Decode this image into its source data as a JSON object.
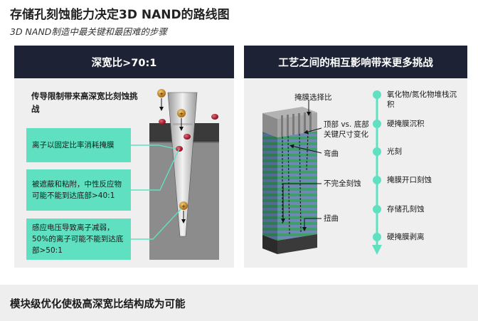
{
  "title": "存储孔刻蚀能力决定3D NAND的路线图",
  "subtitle": "3D NAND制造中最关键和最困难的步骤",
  "left_panel": {
    "header": "深宽比>70:1",
    "heading": "传导限制带来高深宽比刻蚀挑战",
    "boxes": [
      "离子以固定比率消耗掩膜",
      "被遮蔽和粘附，中性反应物可能不能到达底部>40:1",
      "感应电压导致离子减弱，50%的离子可能不能到达底部>50:1"
    ]
  },
  "right_panel": {
    "header": "工艺之间的相互影响带来更多挑战",
    "labels": {
      "mask_selectivity": "掩膜选择比",
      "cd_top_bottom": "顶部 vs. 底部关键尺寸变化",
      "bowing": "弯曲",
      "incomplete_etch": "不完全刻蚀",
      "twisting": "扭曲"
    },
    "steps": [
      "氧化物/氮化物堆栈沉积",
      "硬掩膜沉积",
      "光刻",
      "掩膜开口刻蚀",
      "存储孔刻蚀",
      "硬掩膜剥离"
    ]
  },
  "bottom": "模块级优化使极高深宽比结构成为可能",
  "colors": {
    "header_bg": "#1d2234",
    "teal": "#5fe1c1",
    "panel_bg": "#efefef",
    "ion_brown": "#b8791b",
    "neutral_red": "#b0122b",
    "stack_green": "#3f9e69",
    "stack_blue": "#6f88b5"
  }
}
